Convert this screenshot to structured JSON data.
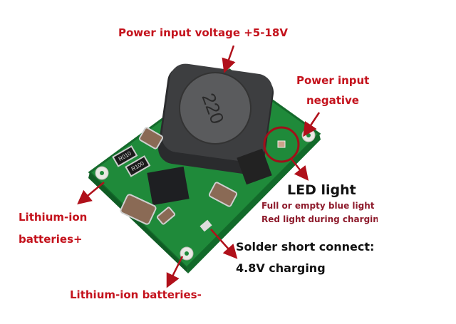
{
  "labels": {
    "power_input_voltage": "Power input voltage +5-18V",
    "power_input_negative_line1": "Power input",
    "power_input_negative_line2": "negative",
    "led_light": "LED light",
    "led_sub1": "Full or empty blue light",
    "led_sub2": "Red light during charging",
    "lithium_plus_line1": "Lithium-ion",
    "lithium_plus_line2": "batteries+",
    "solder_line1": "Solder short connect:",
    "solder_line2": "4.8V charging",
    "lithium_minus": "Lithium-ion batteries-"
  },
  "component_markings": {
    "inductor": "220",
    "resistor1": "R010",
    "resistor2": "R100"
  },
  "colors": {
    "label_red": "#c4121c",
    "sub_red": "#8e1b2c",
    "pcb_green": "#1f8a3a",
    "arrow_red": "#b0101a"
  }
}
